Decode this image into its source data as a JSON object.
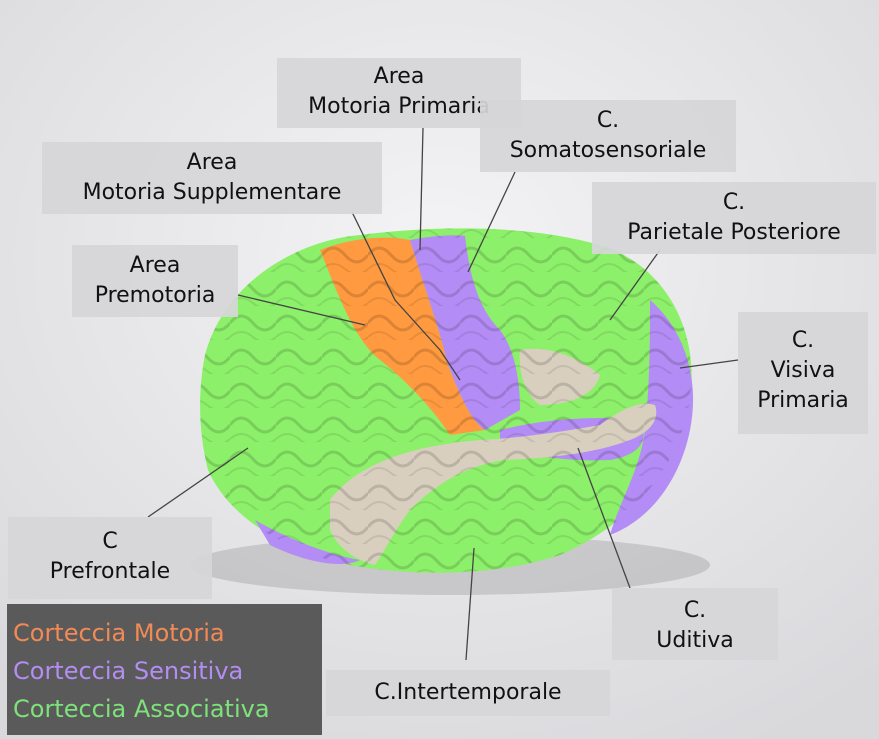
{
  "labels": {
    "motoria_primaria": {
      "line1": "Area",
      "line2": "Motoria Primaria"
    },
    "somatosensoriale": {
      "line1": "C.",
      "line2": "Somatosensoriale"
    },
    "motoria_supplementare": {
      "line1": "Area",
      "line2": "Motoria Supplementare"
    },
    "parietale_posteriore": {
      "line1": "C.",
      "line2": "Parietale Posteriore"
    },
    "premotoria": {
      "line1": "Area",
      "line2": "Premotoria"
    },
    "visiva_primaria": {
      "line1": "C.",
      "line2": "Visiva",
      "line3": "Primaria"
    },
    "prefrontale": {
      "line1": "C",
      "line2": "Prefrontale"
    },
    "uditiva": {
      "line1": "C.",
      "line2": "Uditiva"
    },
    "intertemporale": {
      "line1": "C.Intertemporale"
    }
  },
  "legend": {
    "items": [
      {
        "text": "Corteccia Motoria",
        "color": "#f28a55"
      },
      {
        "text": "Corteccia Sensitiva",
        "color": "#b48df2"
      },
      {
        "text": "Corteccia Associativa",
        "color": "#7ee27a"
      }
    ]
  },
  "colors": {
    "motor": "#ff9a40",
    "sensory": "#b48cf5",
    "associative": "#8df06a",
    "neutral": "#d8cfbf",
    "background": "#e8e8ea"
  }
}
